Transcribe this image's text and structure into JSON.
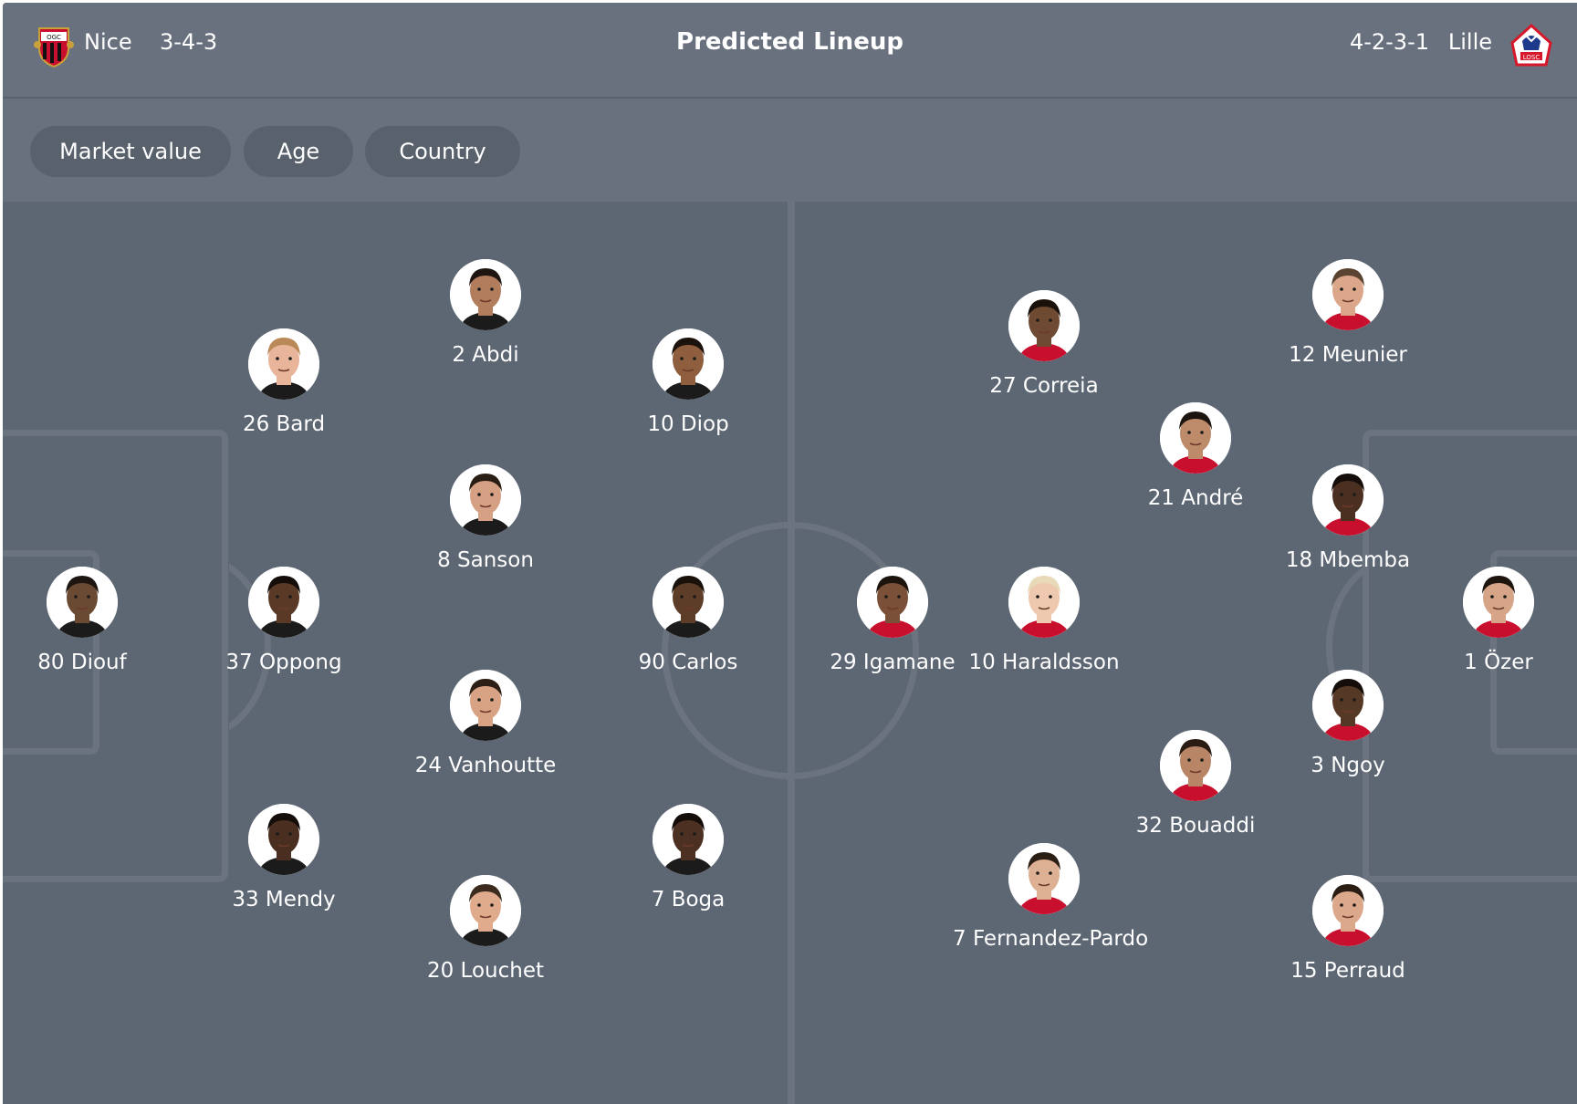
{
  "header": {
    "home_team": "Nice",
    "home_formation": "3-4-3",
    "title": "Predicted Lineup",
    "away_formation": "4-2-3-1",
    "away_team": "Lille"
  },
  "filters": [
    "Market value",
    "Age",
    "Country"
  ],
  "home_players": [
    {
      "label": "80 Diouf",
      "skin": "#6b4a33",
      "hair": "#1d1510"
    },
    {
      "label": "26 Bard",
      "skin": "#e8b59b",
      "hair": "#b98958"
    },
    {
      "label": "37 Oppong",
      "skin": "#5a3a26",
      "hair": "#140d09"
    },
    {
      "label": "33 Mendy",
      "skin": "#4a2f20",
      "hair": "#140d09"
    },
    {
      "label": "2 Abdi",
      "skin": "#b17d5d",
      "hair": "#1e1510"
    },
    {
      "label": "8 Sanson",
      "skin": "#d6a084",
      "hair": "#2a1d14"
    },
    {
      "label": "24 Vanhoutte",
      "skin": "#d8a385",
      "hair": "#2c1f15"
    },
    {
      "label": "20 Louchet",
      "skin": "#e0ab8d",
      "hair": "#3b2a1d"
    },
    {
      "label": "10 Diop",
      "skin": "#8f5e3e",
      "hair": "#1b120c"
    },
    {
      "label": "90 Carlos",
      "skin": "#5e3d28",
      "hair": "#1a110b"
    },
    {
      "label": "7 Boga",
      "skin": "#4c3122",
      "hair": "#140d09"
    }
  ],
  "away_players": [
    {
      "label": "29 Igamane",
      "skin": "#7a5038",
      "hair": "#1c130d"
    },
    {
      "label": "27 Correia",
      "skin": "#6e4a33",
      "hair": "#1a110b"
    },
    {
      "label": "10 Haraldsson",
      "skin": "#efc8b0",
      "hair": "#e8d9b8"
    },
    {
      "label": "7 Fernandez-Pardo",
      "skin": "#ddb093",
      "hair": "#2b1e15"
    },
    {
      "label": "21 André",
      "skin": "#bd8a6a",
      "hair": "#1c140e"
    },
    {
      "label": "32 Bouaddi",
      "skin": "#b98567",
      "hair": "#2a1c12"
    },
    {
      "label": "12 Meunier",
      "skin": "#dba68a",
      "hair": "#5a4330"
    },
    {
      "label": "18 Mbemba",
      "skin": "#4b3021",
      "hair": "#140d09"
    },
    {
      "label": "3 Ngoy",
      "skin": "#553826",
      "hair": "#140d09"
    },
    {
      "label": "15 Perraud",
      "skin": "#dba88b",
      "hair": "#2a1d14"
    },
    {
      "label": "1 Özer",
      "skin": "#d6a487",
      "hair": "#1e150f"
    }
  ],
  "colors": {
    "header_bg": "#68717d",
    "pitch_bg": "#5d6673",
    "pill_bg": "#58616c",
    "pitch_lines": "#6b737f",
    "nice_red": "#c8102e",
    "lille_red": "#d7182a"
  },
  "icons": {
    "home_crest": "nice-crest-icon",
    "away_crest": "lille-crest-icon"
  }
}
